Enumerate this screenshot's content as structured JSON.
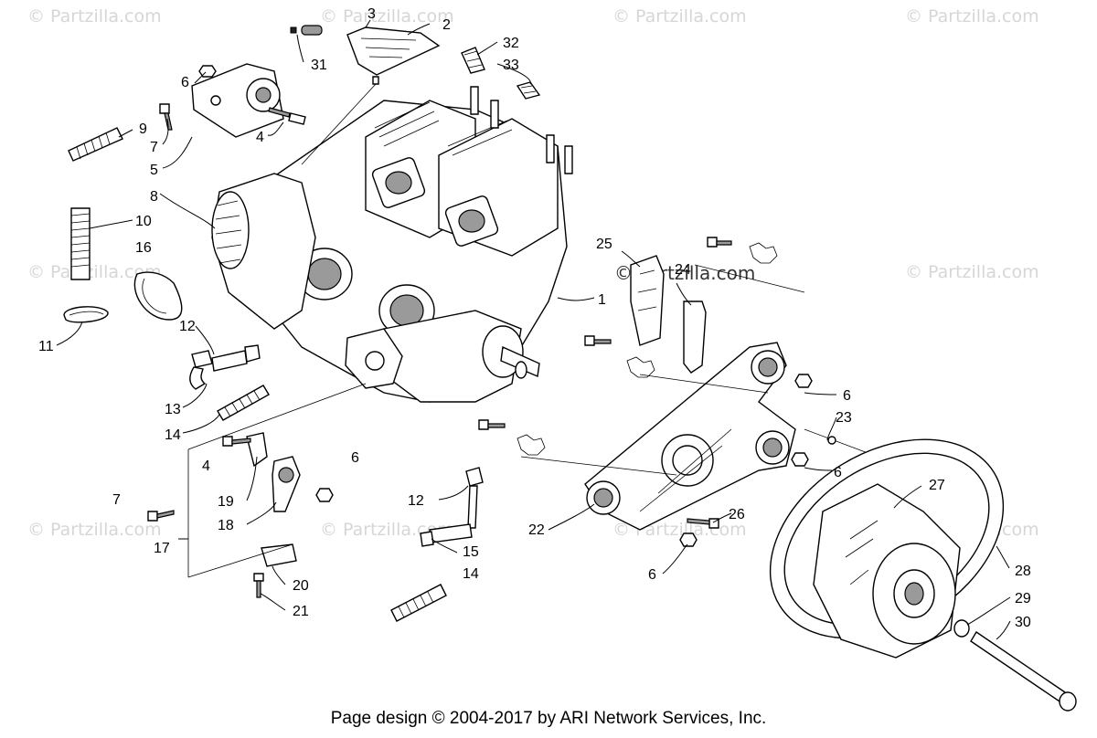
{
  "watermark": "© Partzilla.com",
  "watermark_center": "© Partzilla.com",
  "footer": "Page design © 2004-2017 by ARI Network Services, Inc.",
  "callouts": {
    "c1": "1",
    "c2": "2",
    "c3": "3",
    "c4a": "4",
    "c4b": "4",
    "c5": "5",
    "c6a": "6",
    "c6b": "6",
    "c6c": "6",
    "c6d": "6",
    "c6e": "6",
    "c7a": "7",
    "c7b": "7",
    "c8": "8",
    "c9": "9",
    "c10": "10",
    "c11": "11",
    "c12a": "12",
    "c12b": "12",
    "c13": "13",
    "c14a": "14",
    "c14b": "14",
    "c15": "15",
    "c16": "16",
    "c17": "17",
    "c18": "18",
    "c19": "19",
    "c20": "20",
    "c21": "21",
    "c22": "22",
    "c23": "23",
    "c24": "24",
    "c25": "25",
    "c26": "26",
    "c27": "27",
    "c28": "28",
    "c29": "29",
    "c30": "30",
    "c31": "31",
    "c32": "32",
    "c33": "33"
  }
}
